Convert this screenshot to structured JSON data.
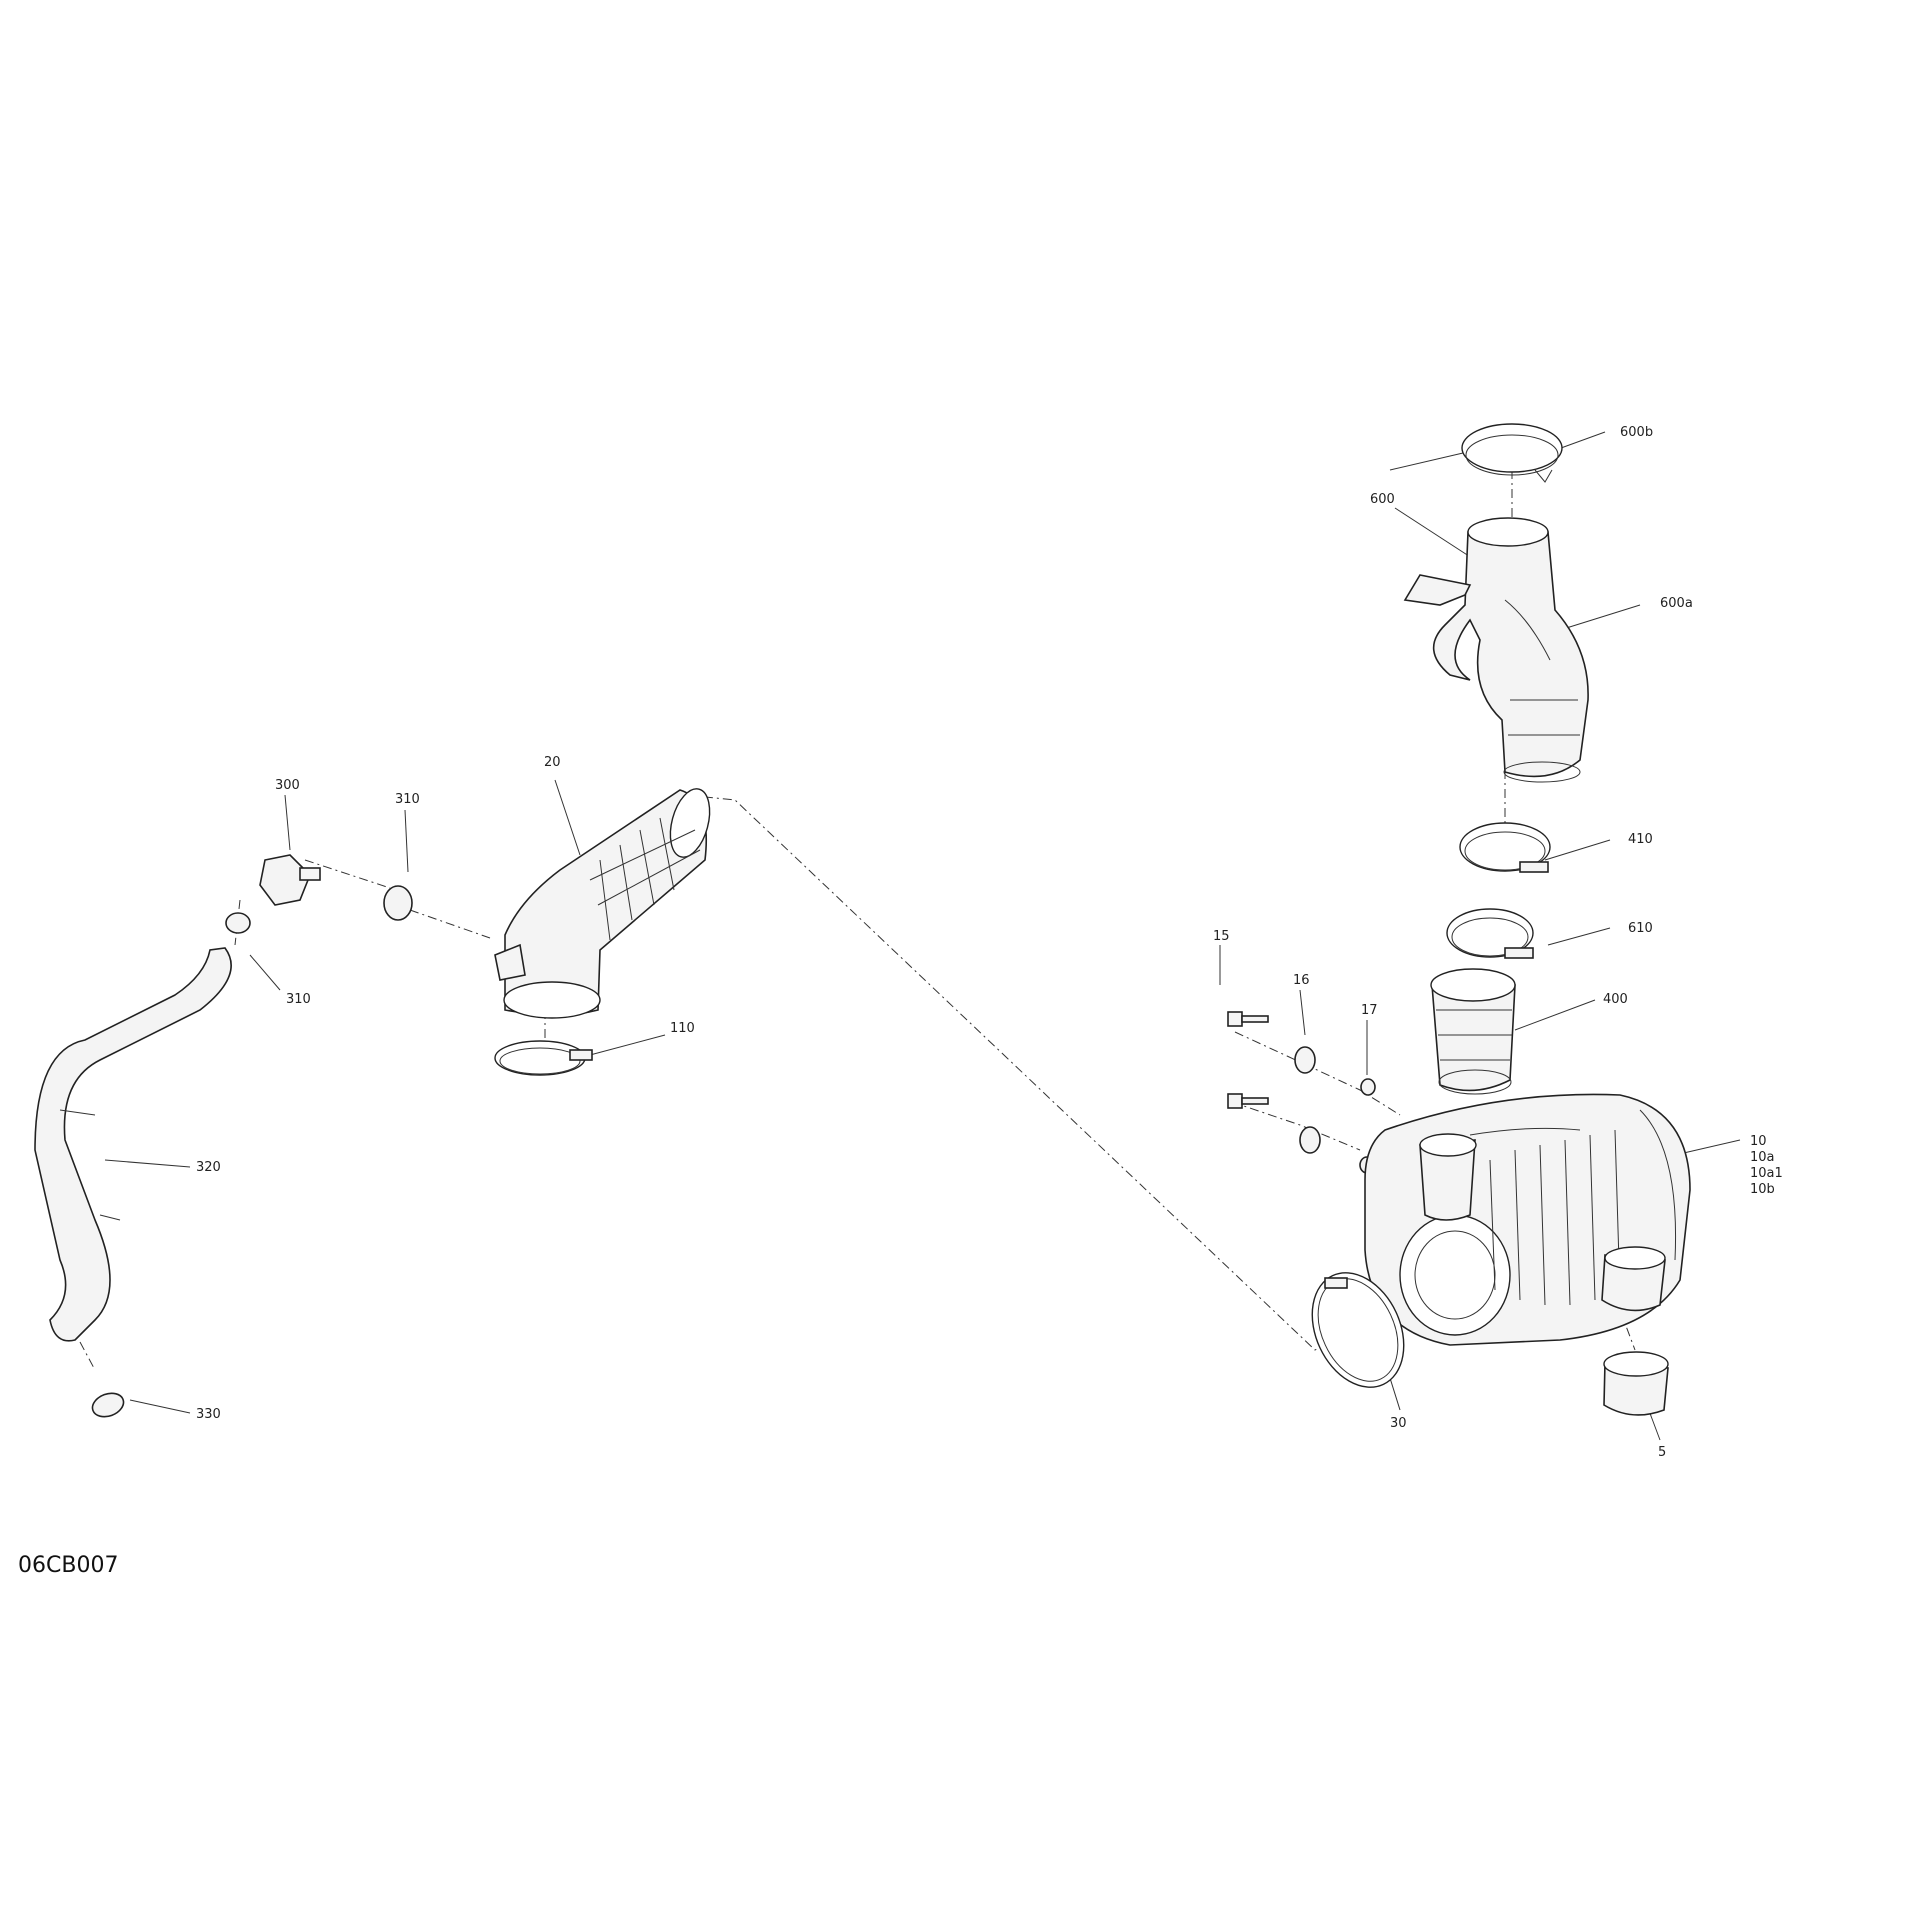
{
  "diagram_code": "06CB007",
  "callouts": {
    "c600b": "600b",
    "c600": "600",
    "c600a": "600a",
    "c410": "410",
    "c610": "610",
    "c400": "400",
    "c15": "15",
    "c16": "16",
    "c17": "17",
    "c10": "10",
    "c10a": "10a",
    "c10a1": "10a1",
    "c10b": "10b",
    "c30": "30",
    "c5": "5",
    "c300": "300",
    "c310_top": "310",
    "c310_left": "310",
    "c20": "20",
    "c110": "110",
    "c320": "320",
    "c330": "330"
  }
}
